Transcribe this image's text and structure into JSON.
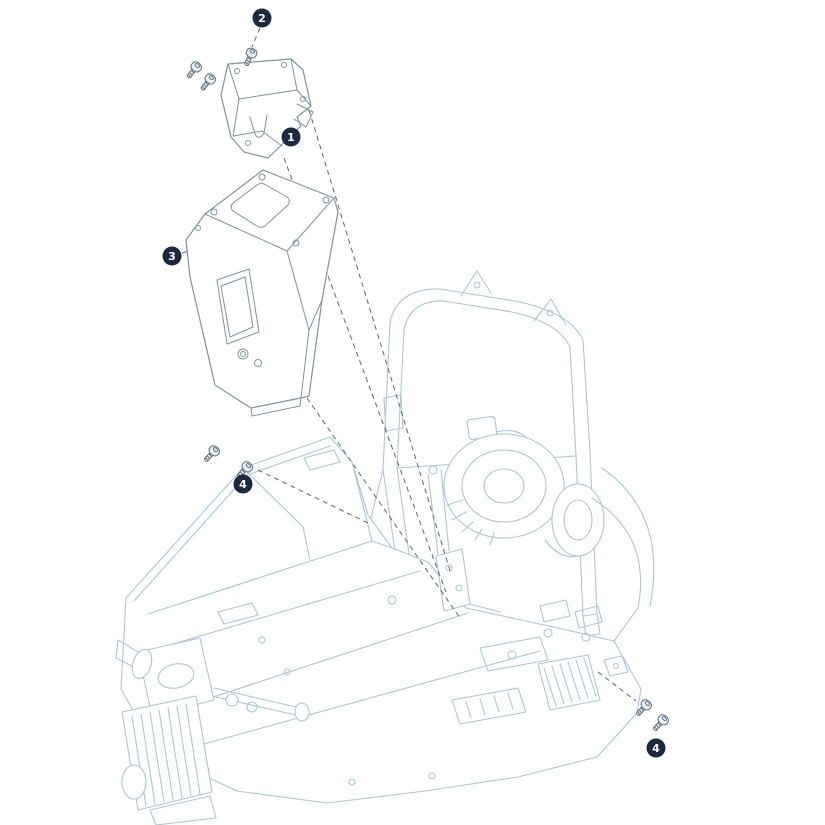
{
  "diagram": {
    "kind": "exploded-parts-diagram",
    "background": "#ffffff",
    "colors": {
      "machine_line": "#a9c6da",
      "part_line": "#7e93a2",
      "hardware_line": "#5d707e",
      "hardware_fill": "#e9eef1",
      "leader_line": "#5a6670",
      "callout_fill": "#1d2940",
      "callout_text": "#ffffff"
    },
    "callouts": [
      {
        "label": "2"
      },
      {
        "label": "1"
      },
      {
        "label": "3"
      },
      {
        "label": "4"
      },
      {
        "label": "4"
      }
    ]
  }
}
